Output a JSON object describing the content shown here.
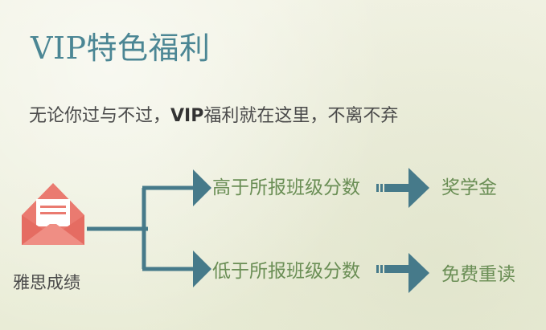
{
  "title": "VIP特色福利",
  "subtitle": {
    "prefix": "无论你过与不过，",
    "vip": "VIP",
    "suffix": "福利就在这里，不离不弃"
  },
  "source": {
    "label": "雅思成绩",
    "icon": "envelope-icon"
  },
  "branches": [
    {
      "condition": "高于所报班级分数",
      "result": "奖学金"
    },
    {
      "condition": "低于所报班级分数",
      "result": "免费重读"
    }
  ],
  "colors": {
    "title": "#4b8694",
    "arrow": "#467a8a",
    "icon": "#ea7a70",
    "label": "#6a8e55"
  }
}
